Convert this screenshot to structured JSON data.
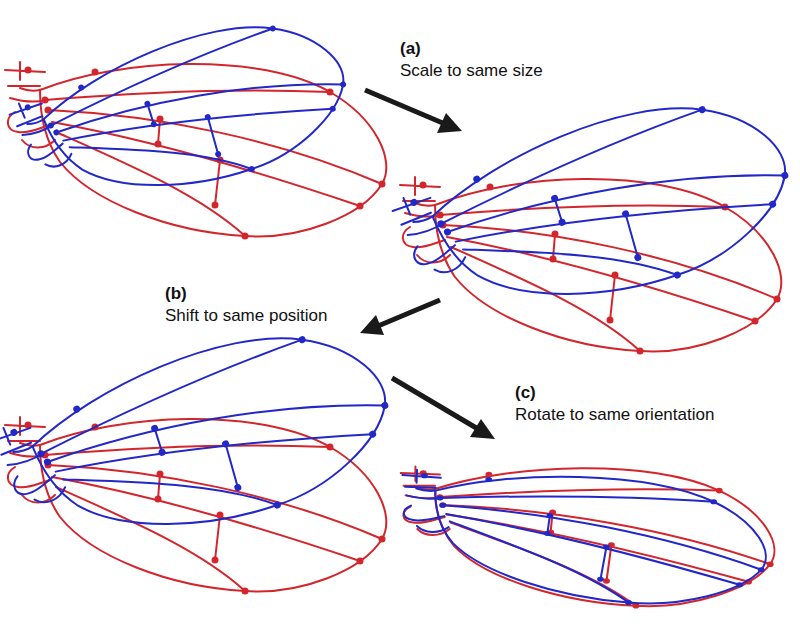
{
  "diagram": {
    "labels": [
      "(a)",
      "Scale to same size",
      "(b)",
      "Shift to same position",
      "(c)",
      "Rotate to same orientation"
    ]
  }
}
